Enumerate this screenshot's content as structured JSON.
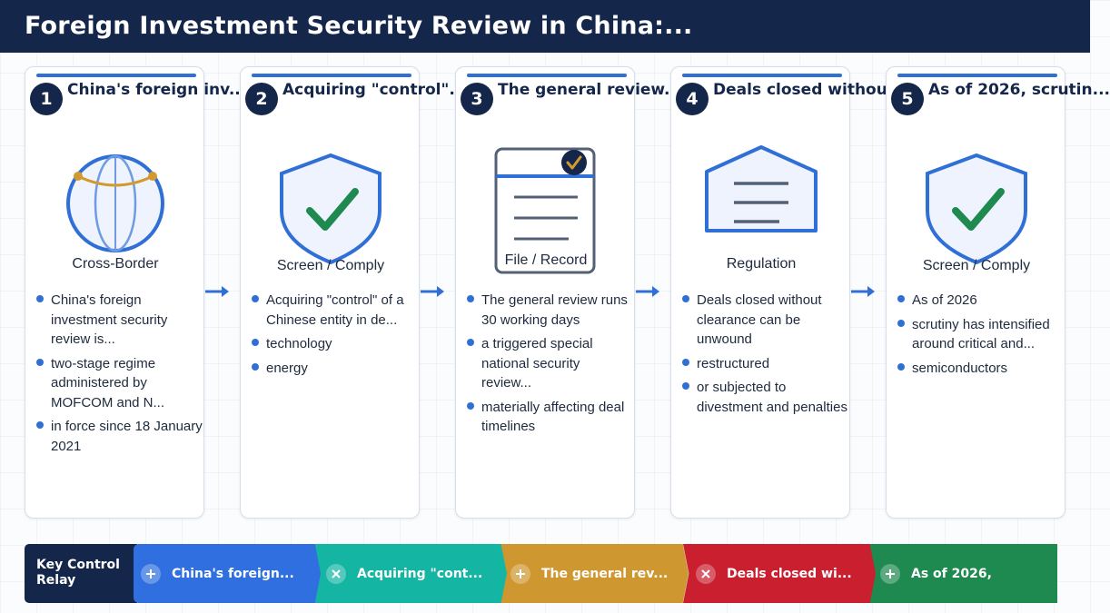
{
  "header": {
    "title": "Foreign Investment Security Review in China:..."
  },
  "cards": [
    {
      "number": "1",
      "title": "China's foreign inv...",
      "icon": "globe-icon",
      "label": "Cross-Border",
      "bullets": [
        "China's foreign investment security review is...",
        "two-stage regime administered by MOFCOM and N...",
        "in force since 18 January 2021"
      ]
    },
    {
      "number": "2",
      "title": "Acquiring \"control\"...",
      "icon": "shield-check-icon",
      "label": "Screen / Comply",
      "bullets": [
        "Acquiring \"control\" of a Chinese entity in de...",
        "technology",
        "energy"
      ]
    },
    {
      "number": "3",
      "title": "The general review...",
      "icon": "document-check-icon",
      "label": "File / Record",
      "bullets": [
        "The general review runs 30 working days",
        "a triggered special national security review...",
        "materially affecting deal timelines"
      ]
    },
    {
      "number": "4",
      "title": "Deals closed withou...",
      "icon": "building-icon",
      "label": "Regulation",
      "bullets": [
        "Deals closed without clearance can be unwound",
        "restructured",
        "or subjected to divestment and penalties"
      ]
    },
    {
      "number": "5",
      "title": "As of 2026, scrutin...",
      "icon": "shield-check-icon",
      "label": "Screen / Comply",
      "bullets": [
        "As of 2026",
        "scrutiny has intensified around critical and...",
        "semiconductors"
      ]
    }
  ],
  "relay": {
    "label": "Key Control Relay",
    "segments": [
      {
        "text": "China's foreign...",
        "icon": "plus-icon",
        "color": "#2f6fe0"
      },
      {
        "text": "Acquiring \"cont...",
        "icon": "close-icon",
        "color": "#15b5a4"
      },
      {
        "text": "The general rev...",
        "icon": "plus-icon",
        "color": "#cf9730"
      },
      {
        "text": "Deals closed wi...",
        "icon": "close-icon",
        "color": "#c91f2e"
      },
      {
        "text": "As of 2026,",
        "icon": "plus-icon",
        "color": "#1f8a4f"
      }
    ]
  },
  "colors": {
    "navy": "#14264a",
    "accent_blue": "#2f6fd6",
    "check_green": "#1f8a4f",
    "gold": "#d29a2e"
  }
}
